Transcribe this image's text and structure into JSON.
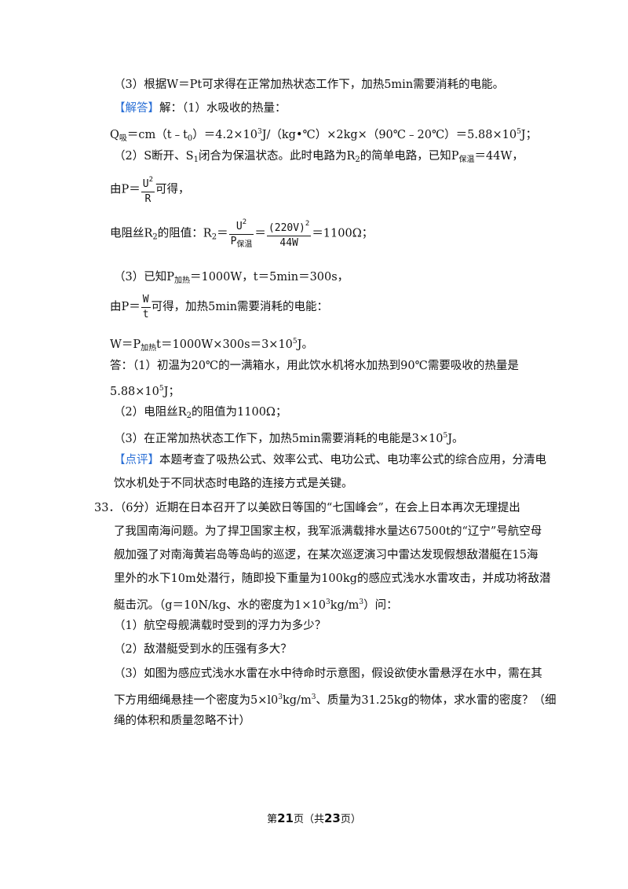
{
  "lines": {
    "l1": "（3）根据W＝Pt可求得在正常加热状态工作下，加热5min需要消耗的电能。",
    "l2_tag": "【解答】",
    "l2": "解：（1）水吸收的热量：",
    "l3_a": "Q",
    "l3_sub": "吸",
    "l3_b": "＝cm（t﹣t",
    "l3_sub0": "0",
    "l3_c": "）＝4.2×10",
    "l3_sup3": "3",
    "l3_d": "J/（kg•℃）×2kg×（90℃﹣20℃）＝5.88×10",
    "l3_sup5": "5",
    "l3_e": "J；",
    "l4_a": "（2）S断开、S",
    "l4_sub1": "1",
    "l4_b": "闭合为保温状态。此时电路为R",
    "l4_sub2": "2",
    "l4_c": "的简单电路，已知P",
    "l4_sub3": "保温",
    "l4_d": "＝44W，",
    "l5_a": "由P＝",
    "l5_num": "U",
    "l5_num_sup": "2",
    "l5_den": "R",
    "l5_b": "可得，",
    "l6_a": "电阻丝R",
    "l6_sub": "2",
    "l6_b": "的阻值：R",
    "l6_sub2": "2",
    "l6_c": "＝",
    "l6_f1_num": "U",
    "l6_f1_num_sup": "2",
    "l6_f1_den": "P",
    "l6_f1_den_sub": "保温",
    "l6_d": "＝",
    "l6_f2_num": "(220V)",
    "l6_f2_num_sup": "2",
    "l6_f2_den": "44W",
    "l6_e": "＝1100Ω；",
    "l7_a": "（3）已知P",
    "l7_sub": "加热",
    "l7_b": "＝1000W，t＝5min＝300s，",
    "l8_a": "由P＝",
    "l8_num": "W",
    "l8_den": "t",
    "l8_b": "可得，加热5min需要消耗的电能：",
    "l9_a": "W＝P",
    "l9_sub": "加热",
    "l9_b": "t＝1000W×300s＝3×10",
    "l9_sup": "5",
    "l9_c": "J。",
    "l10": "答：（1）初温为20℃的一满箱水，用此饮水机将水加热到90℃需要吸收的热量是",
    "l11_a": "5.88×10",
    "l11_sup": "5",
    "l11_b": "J；",
    "l12_a": "（2）电阻丝R",
    "l12_sub": "2",
    "l12_b": "的阻值为1100Ω；",
    "l13_a": "（3）在正常加热状态工作下，加热5min需要消耗的电能是3×10",
    "l13_sup": "5",
    "l13_b": "J。",
    "l14_tag": "【点评】",
    "l14": "本题考查了吸热公式、效率公式、电功公式、电功率公式的综合应用，分清电",
    "l15": "饮水机处于不同状态时电路的连接方式是关键。",
    "l16": "33．（6分）近期在日本召开了以美欧日等国的“七国峰会”，在会上日本再次无理提出",
    "l17": "了我国南海问题。为了捍卫国家主权，我军派满载排水量达67500t的“辽宁”号航空母",
    "l18": "舰加强了对南海黄岩岛等岛屿的巡逻，在某次巡逻演习中雷达发现假想敌潜艇在15海",
    "l19": "里外的水下10m处潜行，随即投下重量为100kg的感应式浅水水雷攻击，并成功将敌潜",
    "l20_a": "艇击沉。（g＝10N/kg、水的密度为1×10",
    "l20_sup": "3",
    "l20_b": "kg/m",
    "l20_sup2": "3",
    "l20_c": "）问：",
    "l21": "（1）航空母舰满载时受到的浮力为多少？",
    "l22": "（2）敌潜艇受到水的压强有多大？",
    "l23": "（3）如图为感应式浅水水雷在水中待命时示意图，假设欲使水雷悬浮在水中，需在其",
    "l24_a": "下方用细绳悬挂一个密度为5×l0",
    "l24_sup": "3",
    "l24_b": "kg/m",
    "l24_sup2": "3",
    "l24_c": "、质量为31.25kg的物体，求水雷的密度？（细",
    "l25": "绳的体积和质量忽略不计）"
  },
  "footer": {
    "pre": "第",
    "page": "21",
    "mid": "页（共",
    "total": "23",
    "post": "页）"
  },
  "colors": {
    "tag": "#2a6fd6",
    "text": "#111111"
  }
}
